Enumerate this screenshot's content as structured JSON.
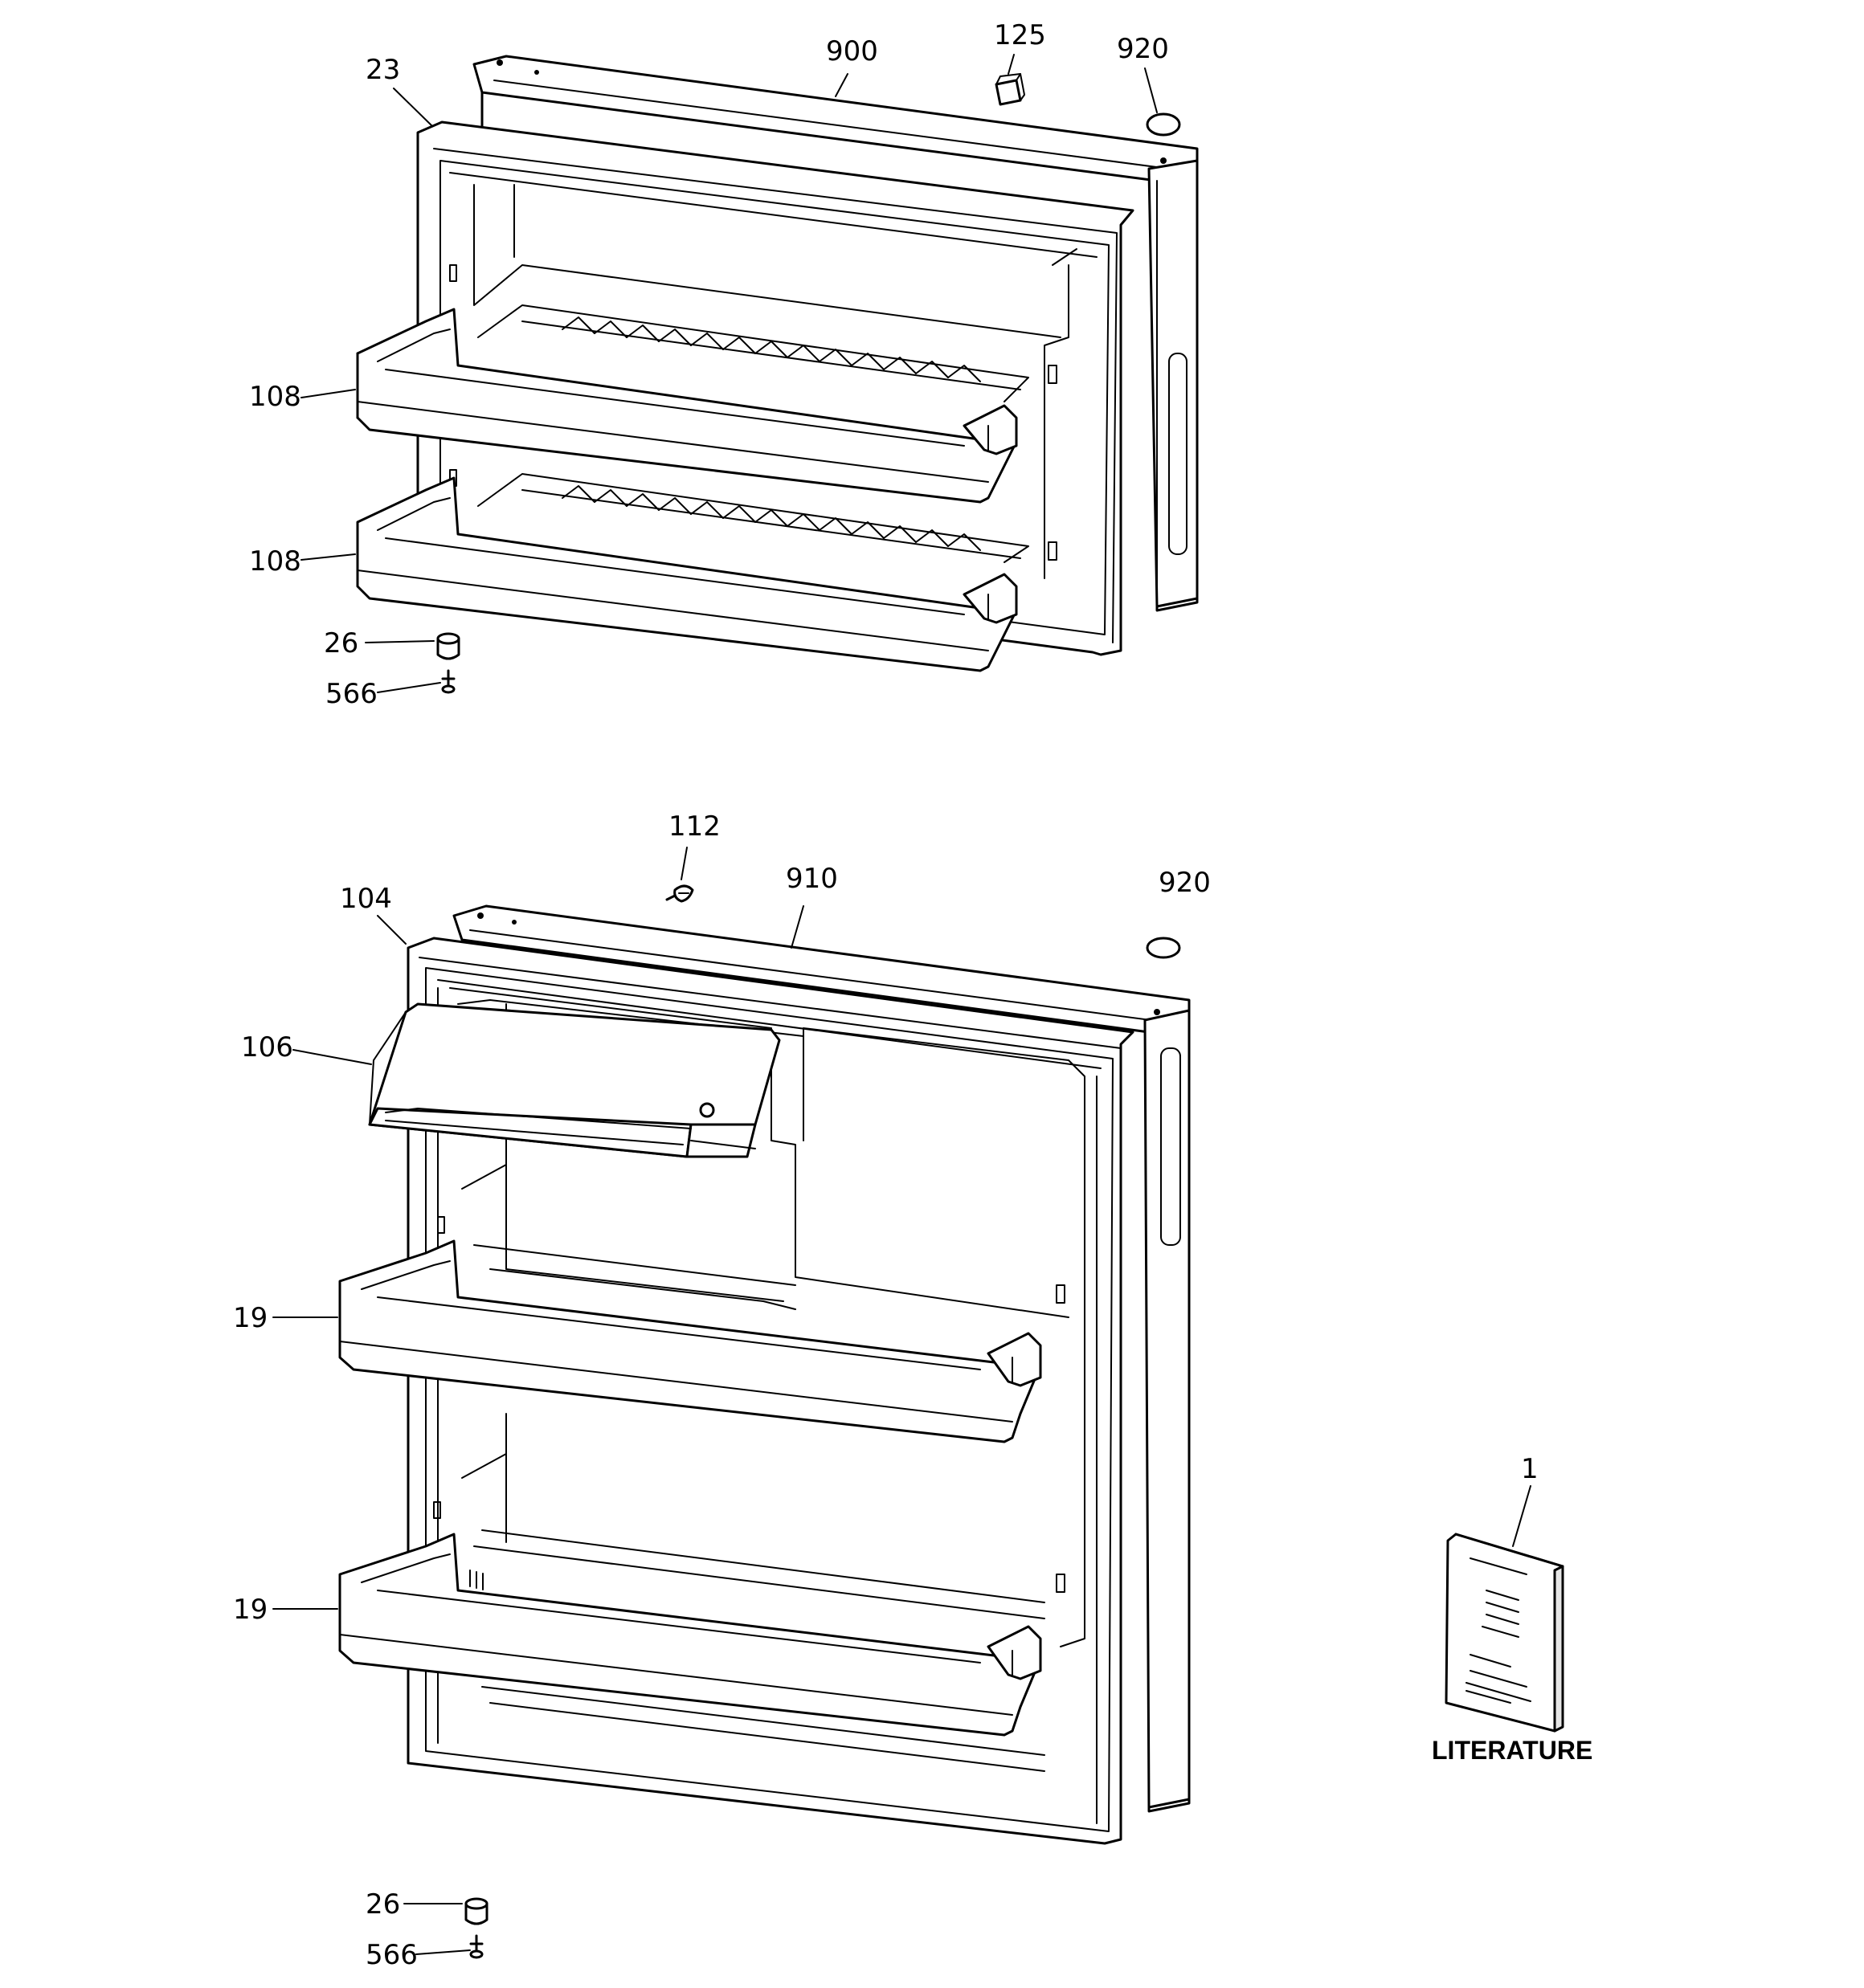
{
  "labels": {
    "freezer_door": {
      "p23": "23",
      "p900": "900",
      "p125": "125",
      "p920": "920",
      "p108_top": "108",
      "p108_bottom": "108",
      "p26": "26",
      "p566": "566"
    },
    "fresh_food_door": {
      "p112": "112",
      "p910": "910",
      "p920": "920",
      "p104": "104",
      "p106": "106",
      "p19_top": "19",
      "p19_bottom": "19",
      "p26": "26",
      "p566": "566"
    },
    "literature": {
      "p1": "1",
      "caption": "LITERATURE"
    }
  }
}
